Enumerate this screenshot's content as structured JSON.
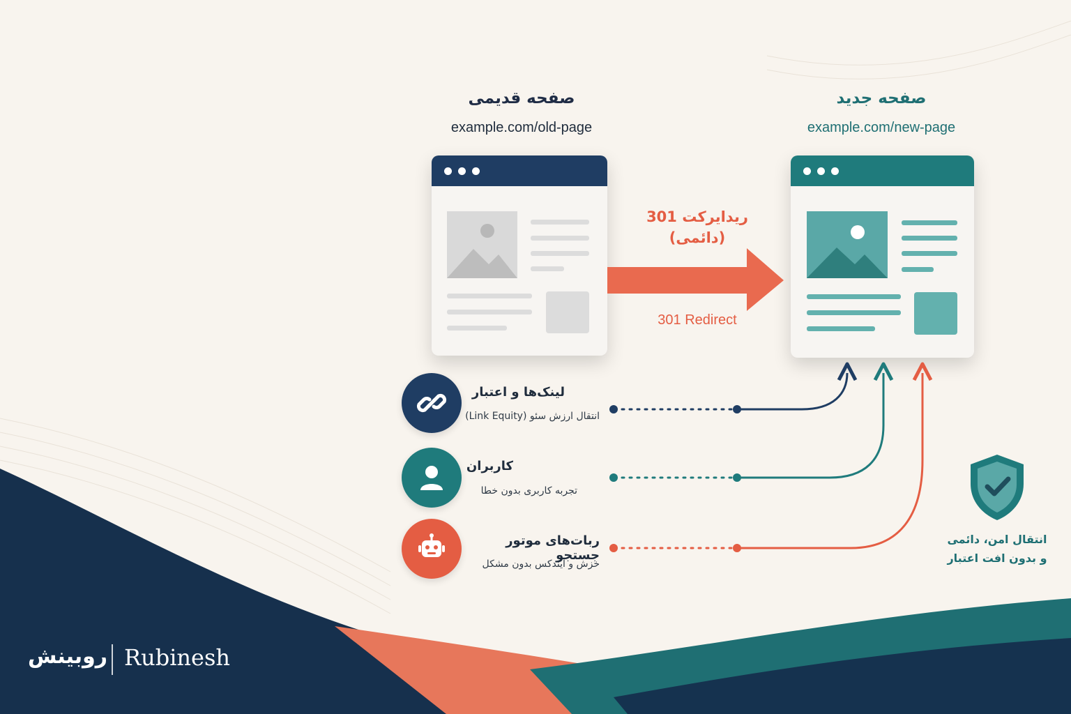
{
  "old_page": {
    "title": "صفحه قدیمی",
    "url": "example.com/old-page",
    "accent": "#1f3d63"
  },
  "new_page": {
    "title": "صفحه جدید",
    "url": "example.com/new-page",
    "accent": "#1f7b7c"
  },
  "redirect": {
    "label_fa": "ریدایرکت 301",
    "label_fa_sub": "(دائمی)",
    "label_en": "301 Redirect",
    "color": "#e96a4f"
  },
  "flows": [
    {
      "title": "لینک‌ها و اعتبار",
      "subtitle": "انتقال ارزش سئو (Link Equity)",
      "icon": "link-icon",
      "color": "#1f3d63"
    },
    {
      "title": "کاربران",
      "subtitle": "تجربه کاربری بدون خطا",
      "icon": "user-icon",
      "color": "#1f7b7c"
    },
    {
      "title": "ربات‌های موتور جستجو",
      "subtitle": "خزش و ایندکس بدون مشکل",
      "icon": "robot-icon",
      "color": "#e45d43"
    }
  ],
  "shield": {
    "icon": "shield-check-icon",
    "line1": "انتقال امن، دائمی",
    "line2": "و بدون افت اعتبار",
    "color": "#1f7b7c"
  },
  "brand": {
    "fa": "روبینش",
    "en": "Rubinesh"
  }
}
